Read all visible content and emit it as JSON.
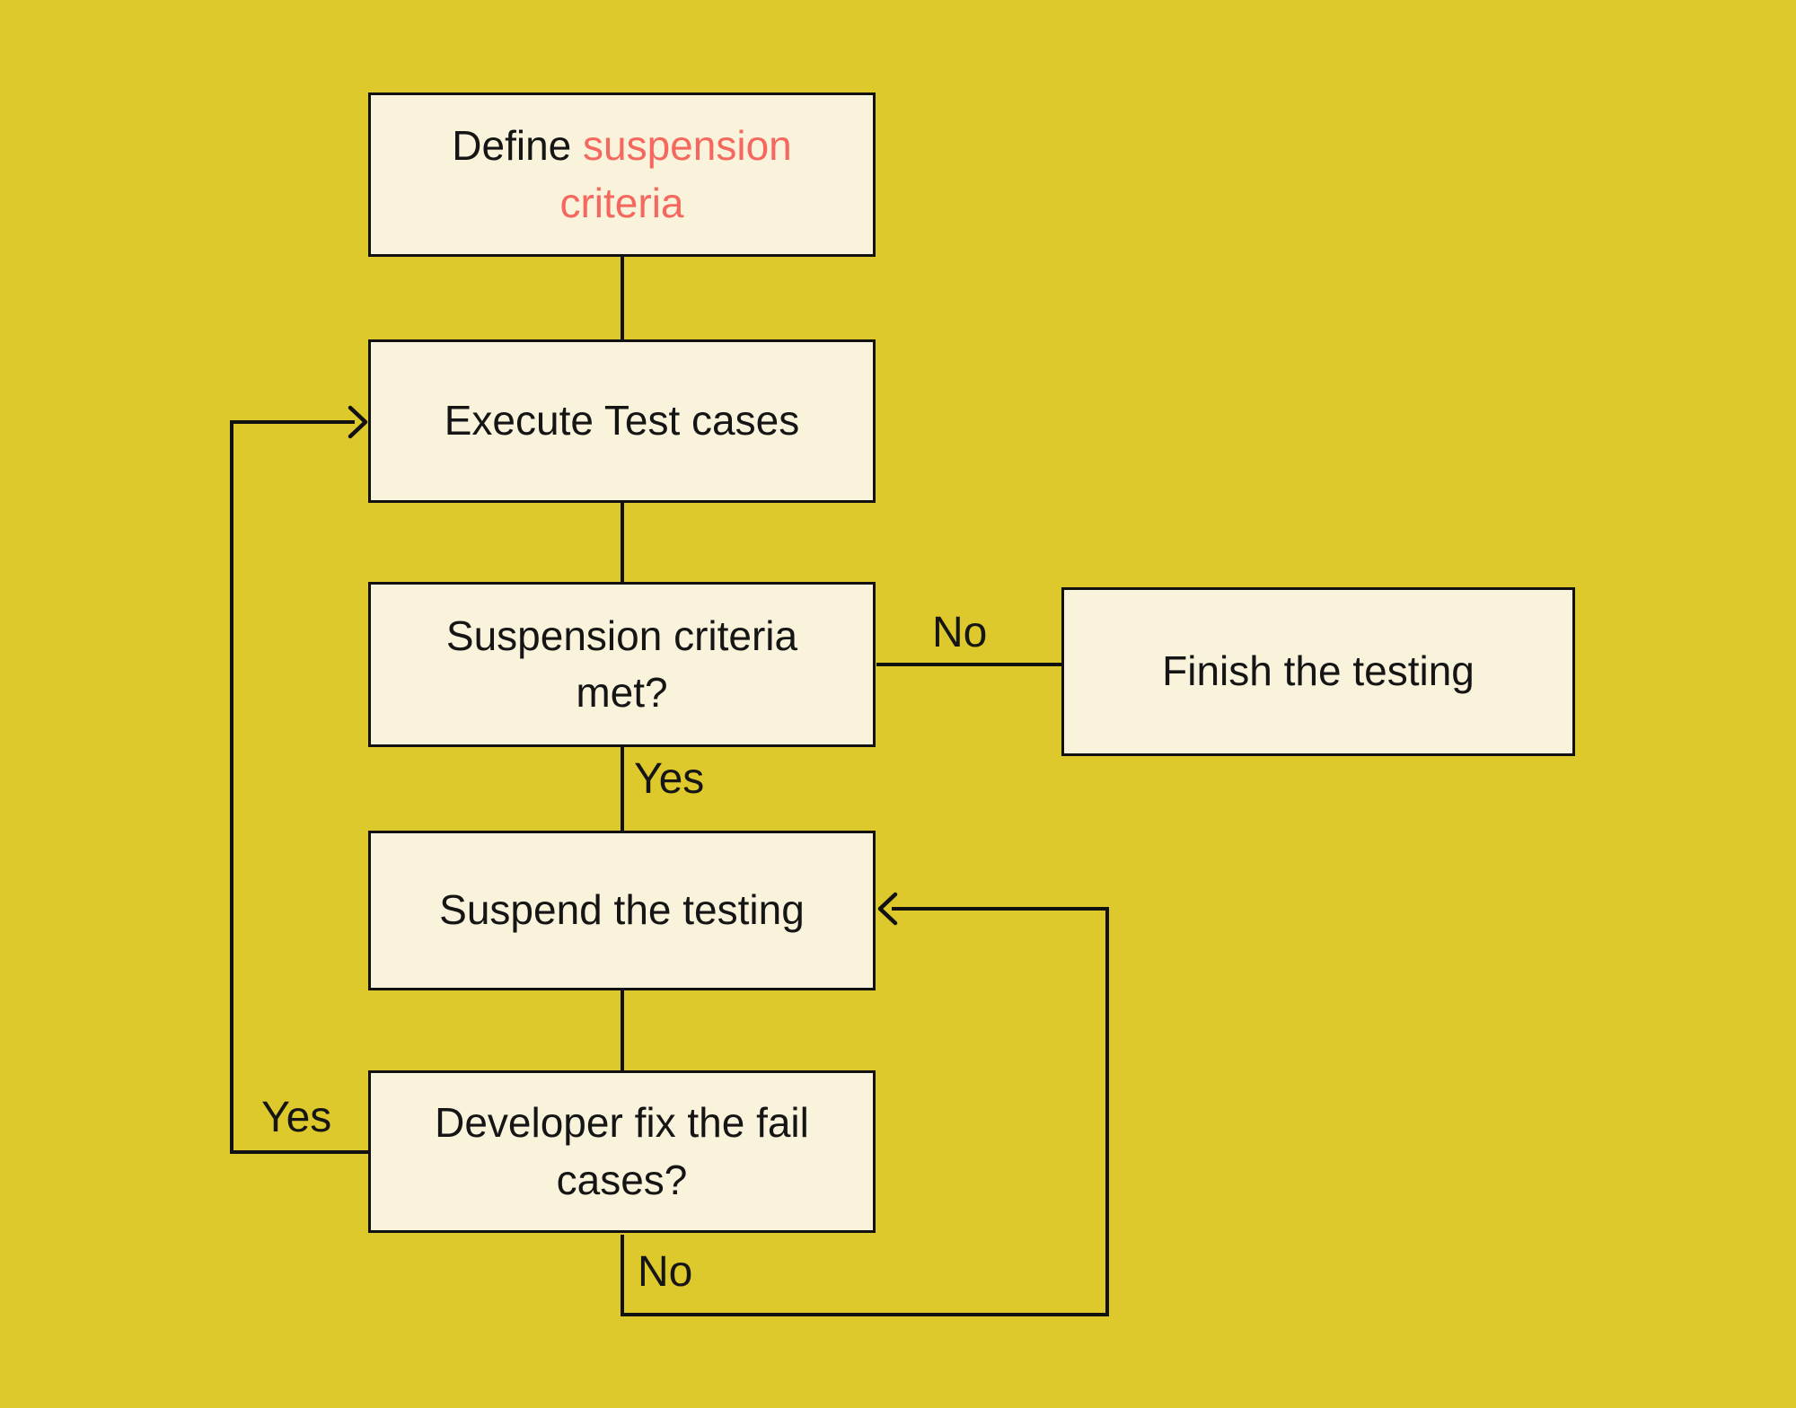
{
  "colors": {
    "bg": "#ddc92b",
    "node-fill": "#f8f3da",
    "stroke": "#111111",
    "text": "#151515",
    "accent": "#f5685f"
  },
  "nodes": {
    "define": {
      "line1_black": "Define",
      "line1_red": "suspension",
      "line2_red": "criteria"
    },
    "execute": {
      "label": "Execute Test cases"
    },
    "decision1": {
      "line1": "Suspension criteria",
      "line2": "met?"
    },
    "suspend": {
      "label": "Suspend the testing"
    },
    "decision2": {
      "line1": "Developer fix the fail",
      "line2": "cases?"
    },
    "finish": {
      "label": "Finish the testing"
    }
  },
  "edge_labels": {
    "decision1_yes": "Yes",
    "decision1_no": "No",
    "decision2_yes": "Yes",
    "decision2_no": "No"
  }
}
